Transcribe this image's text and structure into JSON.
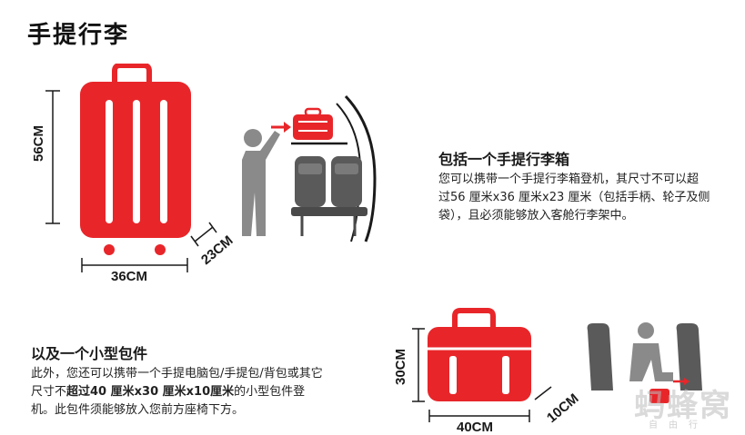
{
  "page": {
    "title": "手提行李"
  },
  "carry_on": {
    "height_label": "56CM",
    "width_label": "36CM",
    "depth_label": "23CM",
    "heading": "包括一个手提行李箱",
    "lines": [
      "您可以携带一个手提行李箱登机，其尺寸不可以超",
      "过56 厘米x36 厘米x23 厘米（包括手柄、轮子及侧",
      "袋），且必须能够放入客舱行李架中。"
    ]
  },
  "small_item": {
    "height_label": "30CM",
    "width_label": "40CM",
    "depth_label": "10CM",
    "heading": "以及一个小型包件",
    "line1": "此外，您还可以携带一个手提电脑包/手提包/背包或其它",
    "line2_prefix": "尺寸不",
    "line2_bold": "超过40 厘米x30 厘米x10厘米",
    "line2_suffix": "的小型包件登",
    "line3": "机。此包件须能够放入您前方座椅下方。"
  },
  "watermark": {
    "text": "蚂蜂窝",
    "sub": "自由行"
  },
  "colors": {
    "accent": "#e8262a",
    "gray": "#8a8a8a",
    "dark": "#1a1a1a"
  }
}
